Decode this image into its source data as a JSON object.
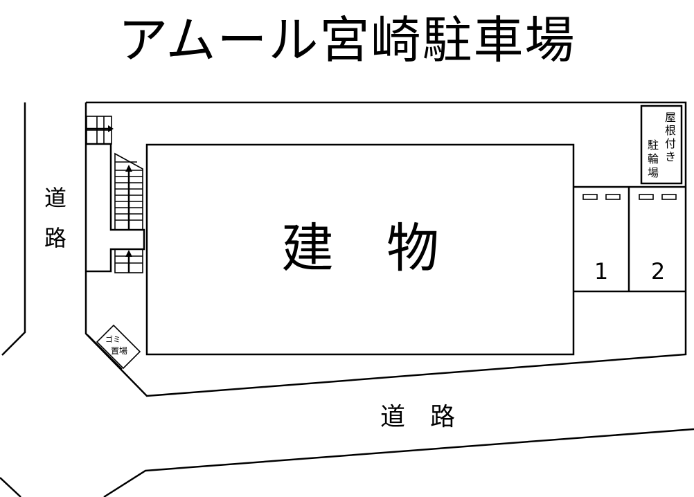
{
  "title": "アムール宮崎駐車場",
  "building": {
    "label": "建　物"
  },
  "road_left": {
    "char1": "道",
    "char2": "路"
  },
  "road_bottom": {
    "label": "道　路"
  },
  "bicycle_parking": {
    "line1": "屋根付き",
    "line2": "駐輪場"
  },
  "garbage_area": {
    "line1": "ゴミ",
    "line2": "置場"
  },
  "parking_spaces": [
    {
      "number": "1"
    },
    {
      "number": "2"
    }
  ],
  "colors": {
    "line": "#000000",
    "background": "#ffffff"
  }
}
